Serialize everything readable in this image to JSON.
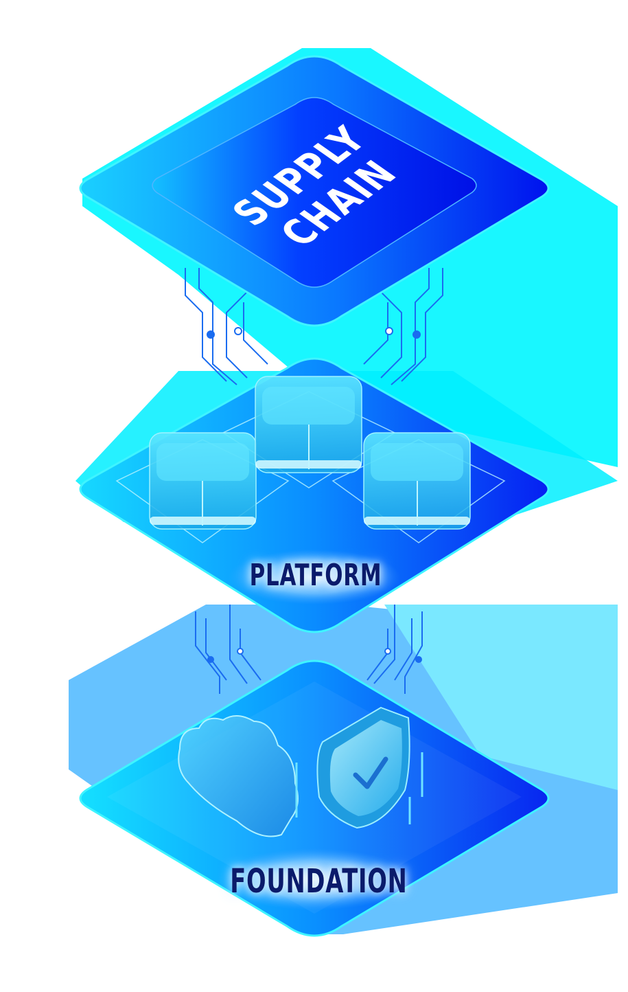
{
  "diagram": {
    "type": "isometric-layer-stack",
    "layers": [
      {
        "id": "top",
        "label_line1": "SUPPLY",
        "label_line2": "CHAIN",
        "icon": "none",
        "color_light": "#18c8ff",
        "color_dark": "#0015f0"
      },
      {
        "id": "middle",
        "label": "PLATFORM",
        "icons": [
          "cube-icon",
          "cube-icon",
          "cube-icon"
        ],
        "color_light": "#18d4ff",
        "color_dark": "#0a2df5"
      },
      {
        "id": "bottom",
        "label": "FOUNDATION",
        "icons": [
          "cloud-icon",
          "shield-check-icon"
        ],
        "color_light": "#14d6ff",
        "color_dark": "#0a2af0"
      }
    ],
    "connectors": "circuit-lines",
    "colors": {
      "label_dark": "#0b1b6b",
      "label_light": "#ffffff",
      "glow_cyan": "#00f0ff",
      "backdrop_blue": "#62c0ff",
      "backdrop_light": "#7ae8ff"
    }
  }
}
